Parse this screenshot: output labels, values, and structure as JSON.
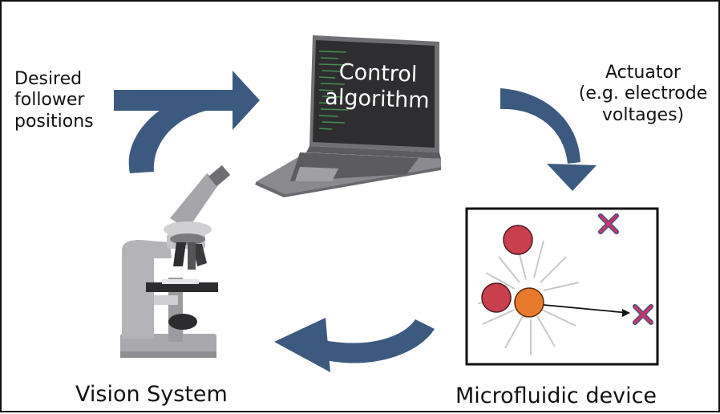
{
  "labels": {
    "desired_positions": [
      "Desired",
      "follower",
      "positions"
    ],
    "actuator": [
      "Actuator",
      "(e.g. electrode",
      "voltages)"
    ],
    "screen": [
      "Control",
      "algorithm"
    ],
    "vision_system": "Vision System",
    "microfluidic_device": "Microfluidic device"
  },
  "colors": {
    "arrow": "#3c5a80",
    "laptop_body": "#7e7e82",
    "screen": "#2e2e30",
    "follower": "#e77a2c",
    "obstacle": "#c8404c",
    "target_x": "#c2386a"
  },
  "icons": [
    "laptop-icon",
    "microscope-icon",
    "target-x-icon"
  ]
}
